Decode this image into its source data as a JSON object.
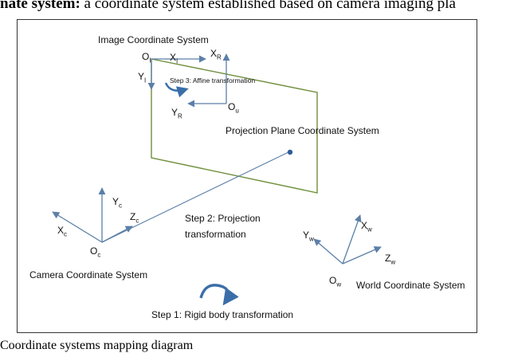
{
  "captions": {
    "top_bold": "nate system:",
    "top_rest": " a coordinate system established based on camera imaging pla",
    "bottom": "Coordinate systems mapping diagram"
  },
  "labels": {
    "image_cs": "Image Coordinate System",
    "projection_cs": "Projection Plane Coordinate System",
    "camera_cs": "Camera Coordinate System",
    "world_cs": "World Coordinate System",
    "step1": "Step 1: Rigid body transformation",
    "step2_line1": "Step 2: Projection",
    "step2_line2": "transformation",
    "step3": "Step 3: Affine transformation"
  },
  "axes": {
    "o_i": {
      "main": "O",
      "sub": "I"
    },
    "x_i": {
      "main": "X",
      "sub": "I"
    },
    "y_i": {
      "main": "Y",
      "sub": "I"
    },
    "x_r": {
      "main": "X",
      "sub": "R"
    },
    "y_r": {
      "main": "Y",
      "sub": "R"
    },
    "o_u": {
      "main": "O",
      "sub": "u"
    },
    "y_c": {
      "main": "Y",
      "sub": "c"
    },
    "z_c": {
      "main": "Z",
      "sub": "c"
    },
    "x_c": {
      "main": "X",
      "sub": "c"
    },
    "o_c": {
      "main": "O",
      "sub": "c"
    },
    "x_w": {
      "main": "X",
      "sub": "w"
    },
    "y_w": {
      "main": "Y",
      "sub": "w"
    },
    "z_w": {
      "main": "Z",
      "sub": "w"
    },
    "o_w": {
      "main": "O",
      "sub": "w"
    }
  },
  "colors": {
    "plane_border": "#6e8f3c",
    "axis": "#5b7fa8",
    "rotation_arrow": "#3b6ea8",
    "projection_point": "#2f5d99"
  }
}
